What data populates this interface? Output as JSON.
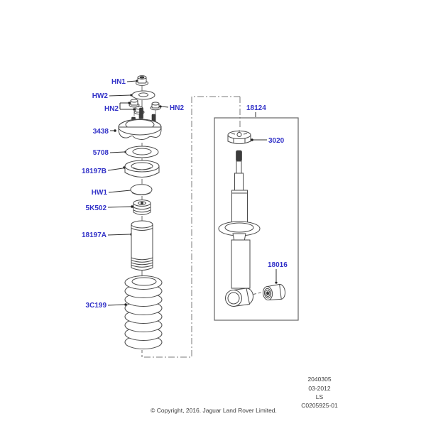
{
  "diagram": {
    "callouts": {
      "hn1": "HN1",
      "hw2": "HW2",
      "hn2_left": "HN2",
      "hn2_right": "HN2",
      "top_mount": "3438",
      "washer": "5708",
      "spring_isolator": "18197B",
      "hw1": "HW1",
      "bump_stop": "5K502",
      "dust_cover": "18197A",
      "coil_spring": "3C199",
      "shock_absorber": "18124",
      "cap_nut": "3020",
      "bushing": "18016"
    },
    "colors": {
      "callout_blue": "#3232C8",
      "line_gray": "#4a4a4a"
    }
  },
  "plate": {
    "part_number": "2040305",
    "date": "03-2012",
    "code": "LS",
    "drawing_ref": "C0205925-01"
  },
  "footer": {
    "copyright": "© Copyright, 2016. Jaguar Land Rover Limited."
  }
}
